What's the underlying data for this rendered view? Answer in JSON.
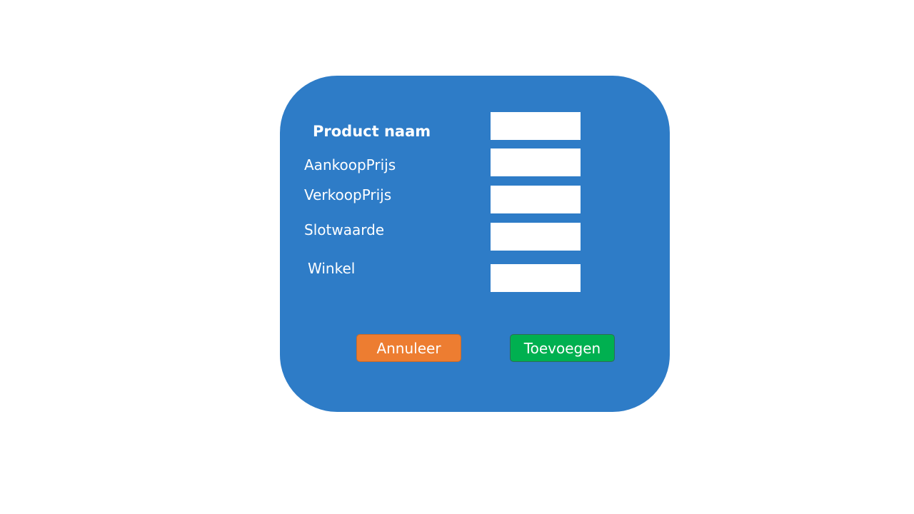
{
  "form": {
    "fields": [
      {
        "label": "Product naam",
        "value": "",
        "placeholder": ""
      },
      {
        "label": "AankoopPrijs",
        "value": "",
        "placeholder": ""
      },
      {
        "label": "VerkoopPrijs",
        "value": "",
        "placeholder": ""
      },
      {
        "label": "Slotwaarde",
        "value": "",
        "placeholder": ""
      },
      {
        "label": "Winkel",
        "value": "",
        "placeholder": ""
      }
    ],
    "cancel_label": "Annuleer",
    "add_label": "Toevoegen"
  },
  "colors": {
    "panel": "#2e7cc7",
    "cancel_button": "#ed7d31",
    "add_button": "#00b050",
    "text": "#ffffff"
  }
}
